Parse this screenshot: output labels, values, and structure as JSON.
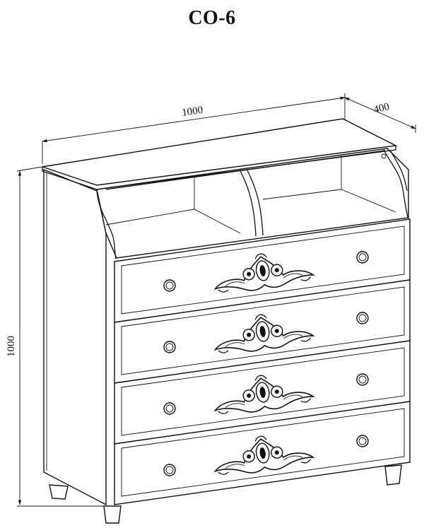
{
  "diagram": {
    "title": "СО-6",
    "dimensions": {
      "width": "1000",
      "depth": "400",
      "height": "1000"
    },
    "drawer_count": 4,
    "open_shelf_sections": 2
  }
}
